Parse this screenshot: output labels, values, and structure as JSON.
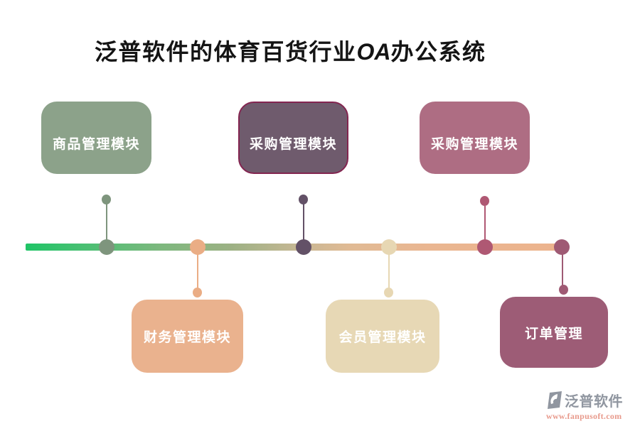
{
  "title": {
    "prefix": "泛普软件的体育百货行业",
    "highlight": "OA",
    "suffix": "办公系统",
    "color": "#141414"
  },
  "modules": [
    {
      "label": "商品管理模块",
      "fill": "#8CA28A",
      "row": "top"
    },
    {
      "label": "采购管理模块",
      "fill": "#6F5B6D",
      "border": "#832550",
      "row": "top"
    },
    {
      "label": "采购管理模块",
      "fill": "#AE6D83",
      "row": "top"
    },
    {
      "label": "财务管理模块",
      "fill": "#EAB28E",
      "row": "bottom"
    },
    {
      "label": "会员管理模块",
      "fill": "#E7D8B5",
      "row": "bottom"
    },
    {
      "label": "订单管理",
      "fill": "#9D5C76",
      "row": "bottom"
    }
  ],
  "timeline": {
    "bar_gradient": [
      "#1FC466",
      "#9CB184",
      "#ECB38D"
    ],
    "nodes": [
      {
        "side": "top",
        "color": "#7E957D"
      },
      {
        "side": "bottom",
        "color": "#EAAD85"
      },
      {
        "side": "top",
        "color": "#635167"
      },
      {
        "side": "bottom",
        "color": "#E7D7B3"
      },
      {
        "side": "top",
        "color": "#AF5873"
      },
      {
        "side": "bottom",
        "color": "#9F5A74"
      }
    ]
  },
  "logo": {
    "company": "泛普软件",
    "website": "www.fanpusoft.com",
    "text_color": "#9096A0",
    "url_color": "#E89A8C"
  }
}
